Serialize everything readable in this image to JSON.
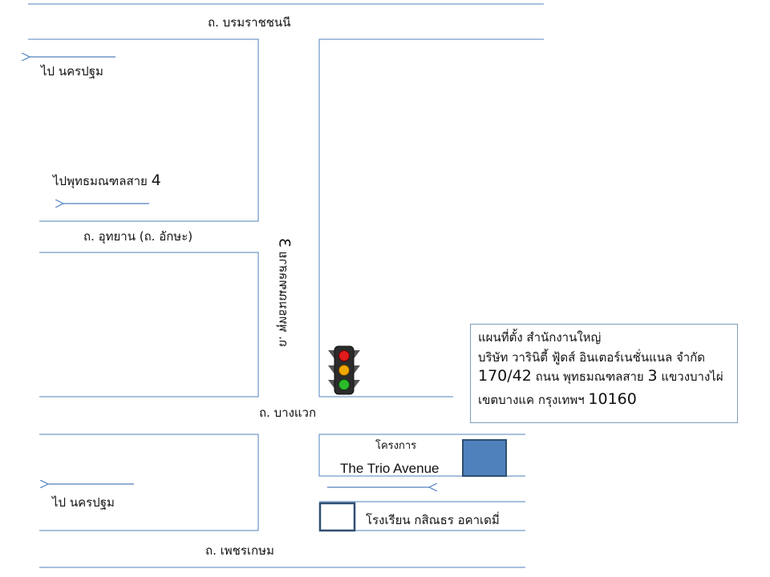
{
  "roads": {
    "top": "ถ. บรมราชชนนี",
    "utthayan": "ถ. อุทยาน (ถ. อักษะ)",
    "vertical_prefix": "ถ.  พุทธมณฑลสาย",
    "vertical_num": "3",
    "bangwaek": "ถ. บางแวก",
    "phetkasem": "ถ. เพชรเกษม"
  },
  "directions": {
    "to_nakhon_pathom_top": "ไป นครปฐม",
    "to_phutthamonthon_prefix": "ไปพุทธมณฑลสาย",
    "to_phutthamonthon_num": "4",
    "to_nakhon_pathom_bottom": "ไป นครปฐม"
  },
  "landmarks": {
    "project_label": "โครงการ",
    "project_name": "The Trio Avenue",
    "school_name": "โรงเรียน กสิณธร อคาเดมี่"
  },
  "info": {
    "line1": "แผนที่ตั้ง สำนักงานใหญ่",
    "line2": "บริษัท วารินิตี้ ฟู้ดส์ อินเตอร์เนชั่นแนล  จำกัด",
    "line3_num": "170/42",
    "line3_mid": " ถนน พุทธมณฑลสาย ",
    "line3_num2": "3",
    "line3_end": " แขวงบางไผ่",
    "line4_text": "เขตบางแค กรุงเทพฯ ",
    "line4_num": "10160"
  },
  "icons": {
    "traffic_light": "traffic-light-icon",
    "office_marker_color": "#4f81bd",
    "school_marker_border": "#2f4f70"
  },
  "colors": {
    "road_line": "#4f81bd",
    "arrow": "#4f81bd",
    "text": "#111111"
  }
}
